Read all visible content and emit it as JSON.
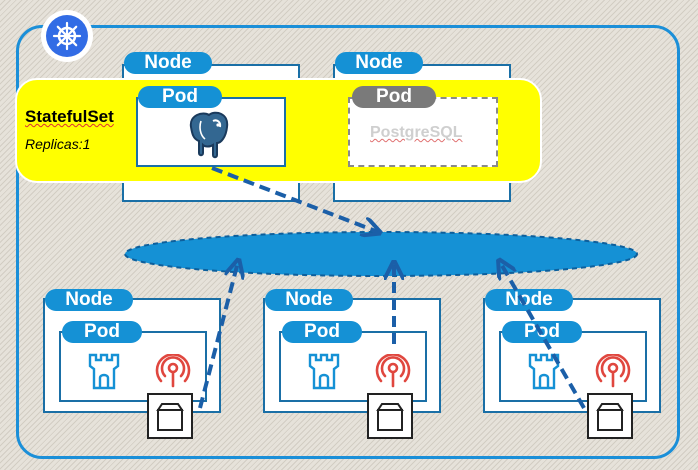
{
  "logo": {
    "icon": "kubernetes-helm-icon"
  },
  "top_nodes": [
    {
      "label": "Node"
    },
    {
      "label": "Node"
    }
  ],
  "statefulset": {
    "title": "StatefulSet",
    "replicas": "Replicas:1",
    "pod_active": {
      "label": "Pod",
      "icon": "postgresql-elephant-icon"
    },
    "pod_inactive": {
      "label": "Pod",
      "text": "PostgreSQL"
    }
  },
  "bottom_nodes": [
    {
      "label": "Node",
      "pod_label": "Pod",
      "icons": [
        "tower-icon",
        "signal-icon",
        "volume-box-icon"
      ]
    },
    {
      "label": "Node",
      "pod_label": "Pod",
      "icons": [
        "tower-icon",
        "signal-icon",
        "volume-box-icon"
      ]
    },
    {
      "label": "Node",
      "pod_label": "Pod",
      "icons": [
        "tower-icon",
        "signal-icon",
        "volume-box-icon"
      ]
    }
  ],
  "colors": {
    "accent": "#1591d5",
    "statefulset": "#ffff00",
    "network": "#1591d5",
    "arrow": "#1b5fa8"
  }
}
